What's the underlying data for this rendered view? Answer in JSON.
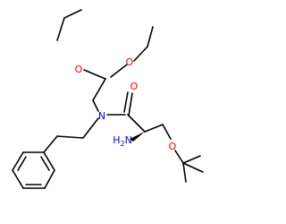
{
  "molecule": {
    "atoms": {
      "o1": "O",
      "o2": "O",
      "n_amide": "N",
      "o_carbonyl": "O",
      "n_amine": "H2N",
      "o_ether": "O"
    }
  },
  "colors": {
    "bond": "#000000",
    "oxygen": "#ff0000",
    "nitrogen": "#0000ff",
    "background": "#ffffff"
  }
}
